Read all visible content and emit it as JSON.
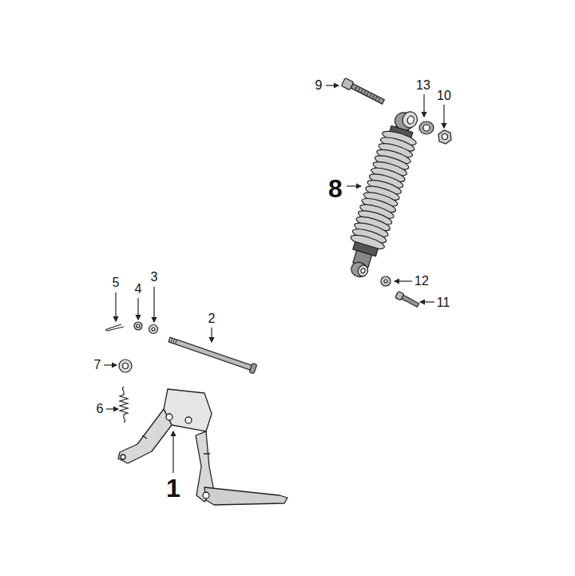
{
  "diagram": {
    "labels": [
      "9",
      "13",
      "10",
      "8",
      "5",
      "4",
      "3",
      "12",
      "11",
      "2",
      "7",
      "6",
      "1"
    ]
  }
}
